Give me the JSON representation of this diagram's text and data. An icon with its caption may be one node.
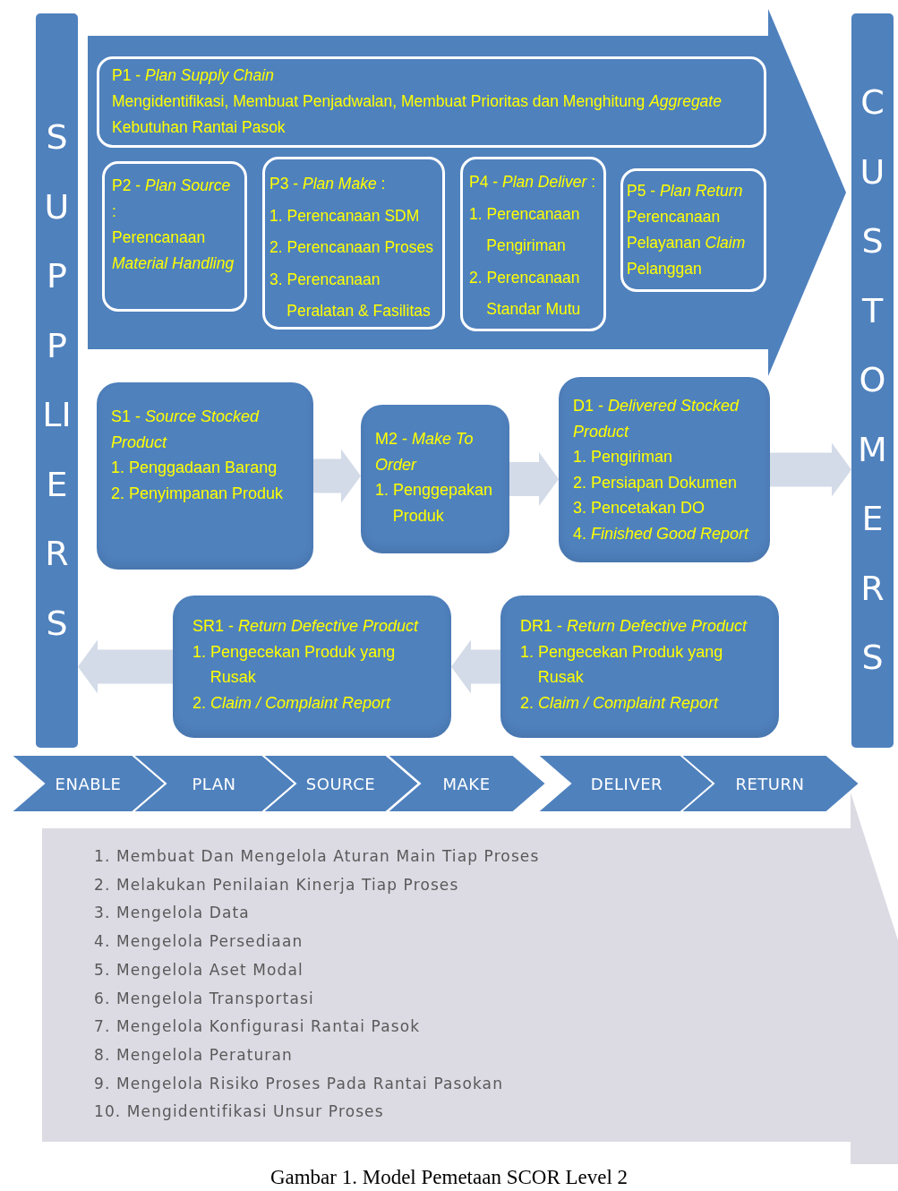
{
  "diagram": {
    "caption": "Gambar 1. Model Pemetaan SCOR Level 2",
    "nodes": [
      {
        "text": [
          "SUPPLIERS"
        ]
      },
      {
        "text": [
          "CUSTOMERS"
        ]
      },
      {
        "text": [
          "P1 - *Plan Supply Chain*",
          "Mengidentifikasi, Membuat Penjadwalan, Membuat Prioritas dan Menghitung *Aggregate* Kebutuhan Rantai Pasok"
        ]
      },
      {
        "text": [
          "P2 - *Plan Source* :",
          "Perencanaan *Material Handling*"
        ]
      },
      {
        "text": [
          "P3 - *Plan Make* :",
          "1. Perencanaan SDM",
          "2. Perencanaan Proses",
          "3. Perencanaan Peralatan & Fasilitas"
        ]
      },
      {
        "text": [
          "P4 - *Plan Deliver* :",
          "1. Perencanaan Pengiriman",
          "2. Perencanaan Standar Mutu"
        ]
      },
      {
        "text": [
          "P5 - *Plan Return*",
          "Perencanaan Pelayanan *Claim* Pelanggan"
        ]
      },
      {
        "text": [
          "S1 - *Source Stocked Product*",
          "1. Penggadaan Barang",
          "2. Penyimpanan Produk"
        ]
      },
      {
        "text": [
          "M2 - *Make To Order*",
          "1. Penggepakan Produk"
        ]
      },
      {
        "text": [
          "D1 - *Delivered Stocked Product*",
          "1. Pengiriman",
          "2. Persiapan Dokumen",
          "3. Pencetakan DO",
          "4. *Finished Good Report*"
        ]
      },
      {
        "text": [
          "SR1 - *Return Defective Product*",
          "1. Pengecekan Produk yang Rusak",
          "2. *Claim / Complaint Report*"
        ]
      },
      {
        "text": [
          "DR1 - *Return Defective Product*",
          "1. Pengecekan Produk yang Rusak",
          "2. *Claim / Complaint Report*"
        ]
      },
      {
        "text": [
          "ENABLE"
        ]
      },
      {
        "text": [
          "PLAN"
        ]
      },
      {
        "text": [
          "SOURCE"
        ]
      },
      {
        "text": [
          "MAKE"
        ]
      },
      {
        "text": [
          "DELIVER"
        ]
      },
      {
        "text": [
          "RETURN"
        ]
      },
      {
        "text": [
          "1. Membuat Dan Mengelola Aturan Main Tiap Proses",
          "2. Melakukan Penilaian Kinerja Tiap Proses",
          "3. Mengelola Data",
          "4. Mengelola Persediaan",
          "5. Mengelola Aset Modal",
          "6. Mengelola Transportasi",
          "7. Mengelola Konfigurasi Rantai Pasok",
          "8. Mengelola Peraturan",
          "9. Mengelola Risiko Proses Pada Rantai Pasokan",
          "10. Mengidentifikasi Unsur Proses"
        ]
      }
    ],
    "edges": [
      {
        "from": 7,
        "to": 8,
        "arrow": "to"
      },
      {
        "from": 8,
        "to": 9,
        "arrow": "to"
      },
      {
        "from": 9,
        "to": 1,
        "arrow": "to"
      },
      {
        "from": 11,
        "to": 10,
        "arrow": "to"
      },
      {
        "from": 10,
        "to": 0,
        "arrow": "to"
      }
    ]
  }
}
